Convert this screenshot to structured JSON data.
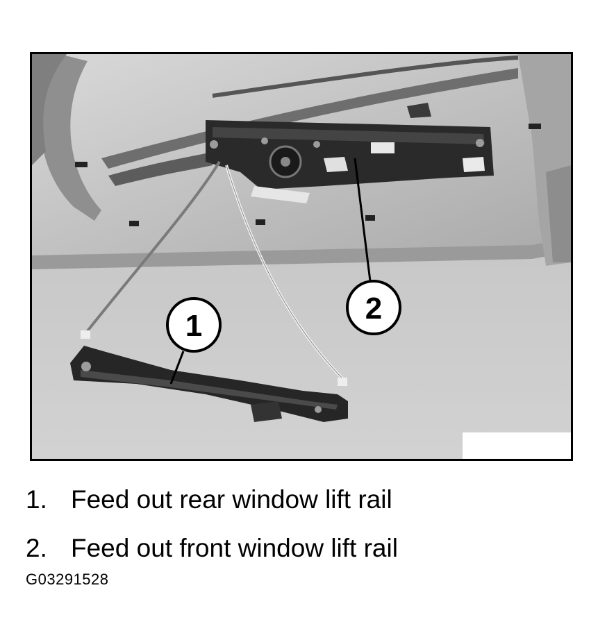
{
  "callouts": [
    {
      "number": "1"
    },
    {
      "number": "2"
    }
  ],
  "legend": [
    {
      "number": "1.",
      "text": "Feed out rear window lift rail"
    },
    {
      "number": "2.",
      "text": "Feed out front window lift rail"
    }
  ],
  "figure_id": "G03291528",
  "colors": {
    "frame": "#000000",
    "door_panel": "#b9b9b9",
    "floor": "#cfcfcf",
    "regulator": "#2a2a2a"
  }
}
